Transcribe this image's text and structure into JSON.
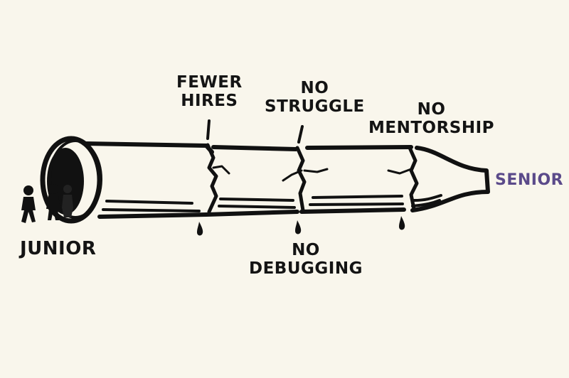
{
  "diagram": {
    "title": "Talent pipeline from junior to senior",
    "start_label": "JUNIOR",
    "end_label": "SENIOR",
    "breaks": [
      {
        "label_lines": [
          "FEWER",
          "HIRES"
        ],
        "position": "above"
      },
      {
        "label_lines": [
          "NO",
          "STRUGGLE"
        ],
        "position": "above"
      },
      {
        "label_lines": [
          "NO",
          "DEBUGGING"
        ],
        "position": "below"
      },
      {
        "label_lines": [
          "NO",
          "MENTORSHIP"
        ],
        "position": "above"
      }
    ],
    "colors": {
      "background": "#f9f6ec",
      "ink": "#111111",
      "senior": "#5b4a8a"
    },
    "icons": [
      "person-icon",
      "person-icon",
      "person-icon",
      "pipe-icon",
      "crack-icon",
      "drip-icon"
    ]
  }
}
